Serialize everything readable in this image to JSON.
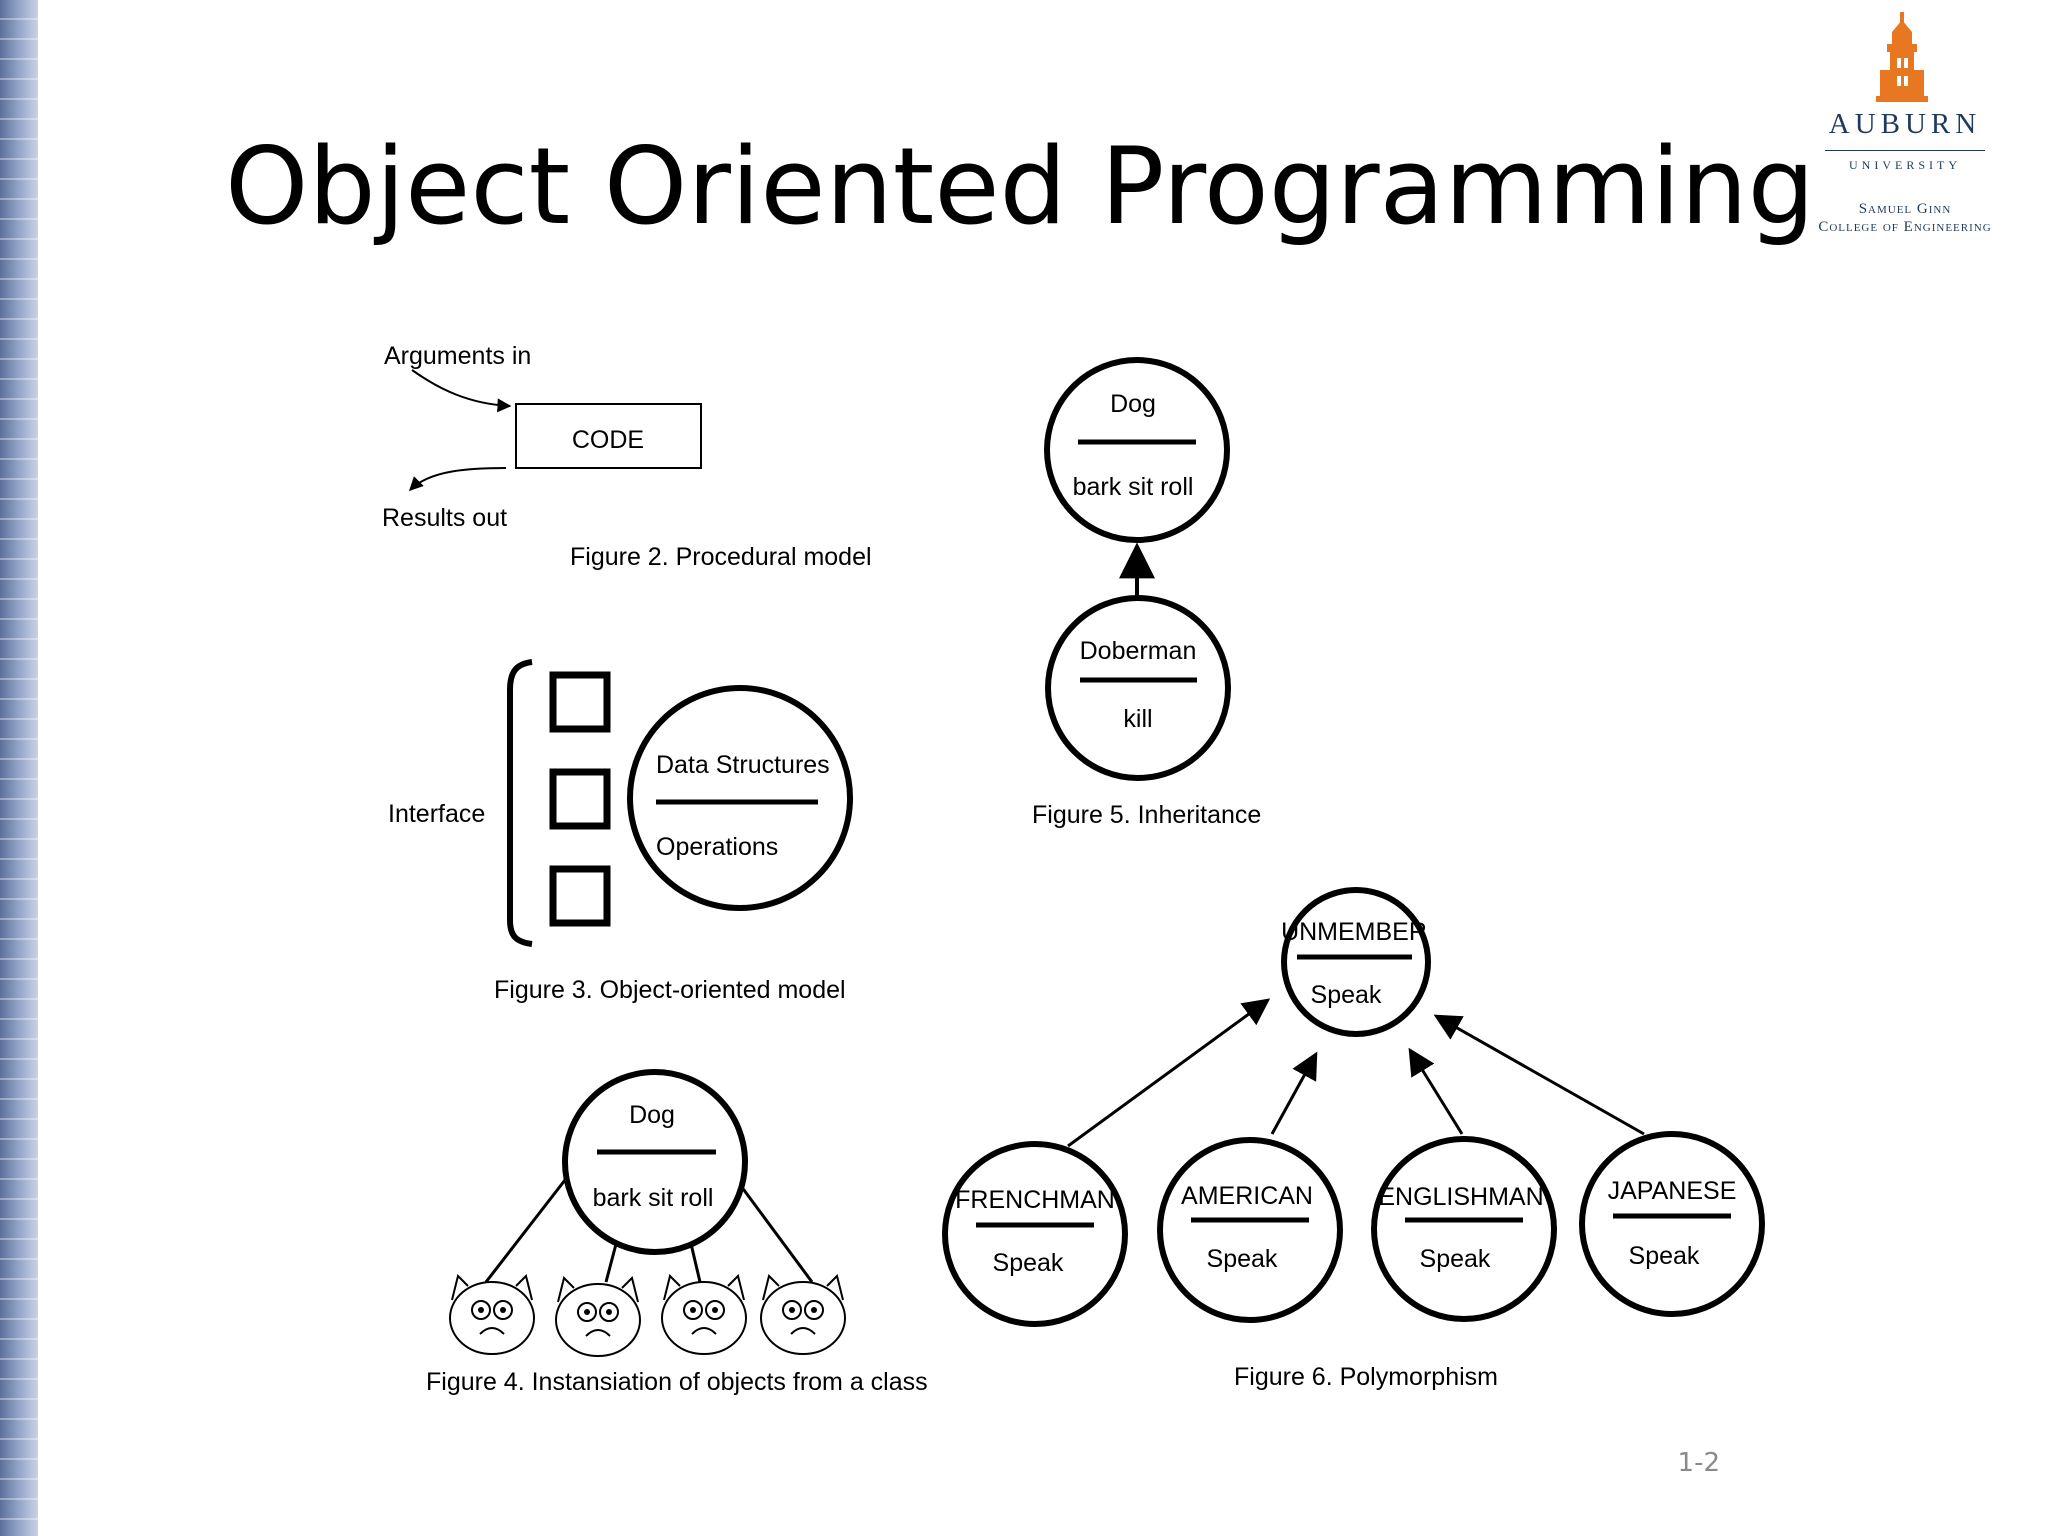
{
  "slide": {
    "title": "Object Oriented Programming",
    "page_number": "1-2"
  },
  "logo": {
    "name": "AUBURN",
    "subtitle": "UNIVERSITY",
    "college_line1": "Samuel Ginn",
    "college_line2": "College of Engineering",
    "icon": "samford-hall-tower-icon",
    "color": "#e87722"
  },
  "figures": {
    "procedural": {
      "caption": "Figure 2. Procedural model",
      "input_label": "Arguments in",
      "box_label": "CODE",
      "output_label": "Results out"
    },
    "object_model": {
      "caption": "Figure 3. Object-oriented model",
      "interface_label": "Interface",
      "upper_label": "Data Structures",
      "lower_label": "Operations"
    },
    "instantiation": {
      "caption": "Figure 4. Instansiation of objects from a class",
      "class_name": "Dog",
      "class_methods": "bark sit roll",
      "instance_icon": "dog-face-icon"
    },
    "inheritance": {
      "caption": "Figure 5. Inheritance",
      "parent": {
        "name": "Dog",
        "methods": "bark sit roll"
      },
      "child": {
        "name": "Doberman",
        "methods": "kill"
      }
    },
    "polymorphism": {
      "caption": "Figure 6. Polymorphism",
      "parent": {
        "name": "UNMEMBER",
        "methods": "Speak"
      },
      "children": [
        {
          "name": "FRENCHMAN",
          "methods": "Speak"
        },
        {
          "name": "AMERICAN",
          "methods": "Speak"
        },
        {
          "name": "ENGLISHMAN",
          "methods": "Speak"
        },
        {
          "name": "JAPANESE",
          "methods": "Speak"
        }
      ]
    }
  }
}
